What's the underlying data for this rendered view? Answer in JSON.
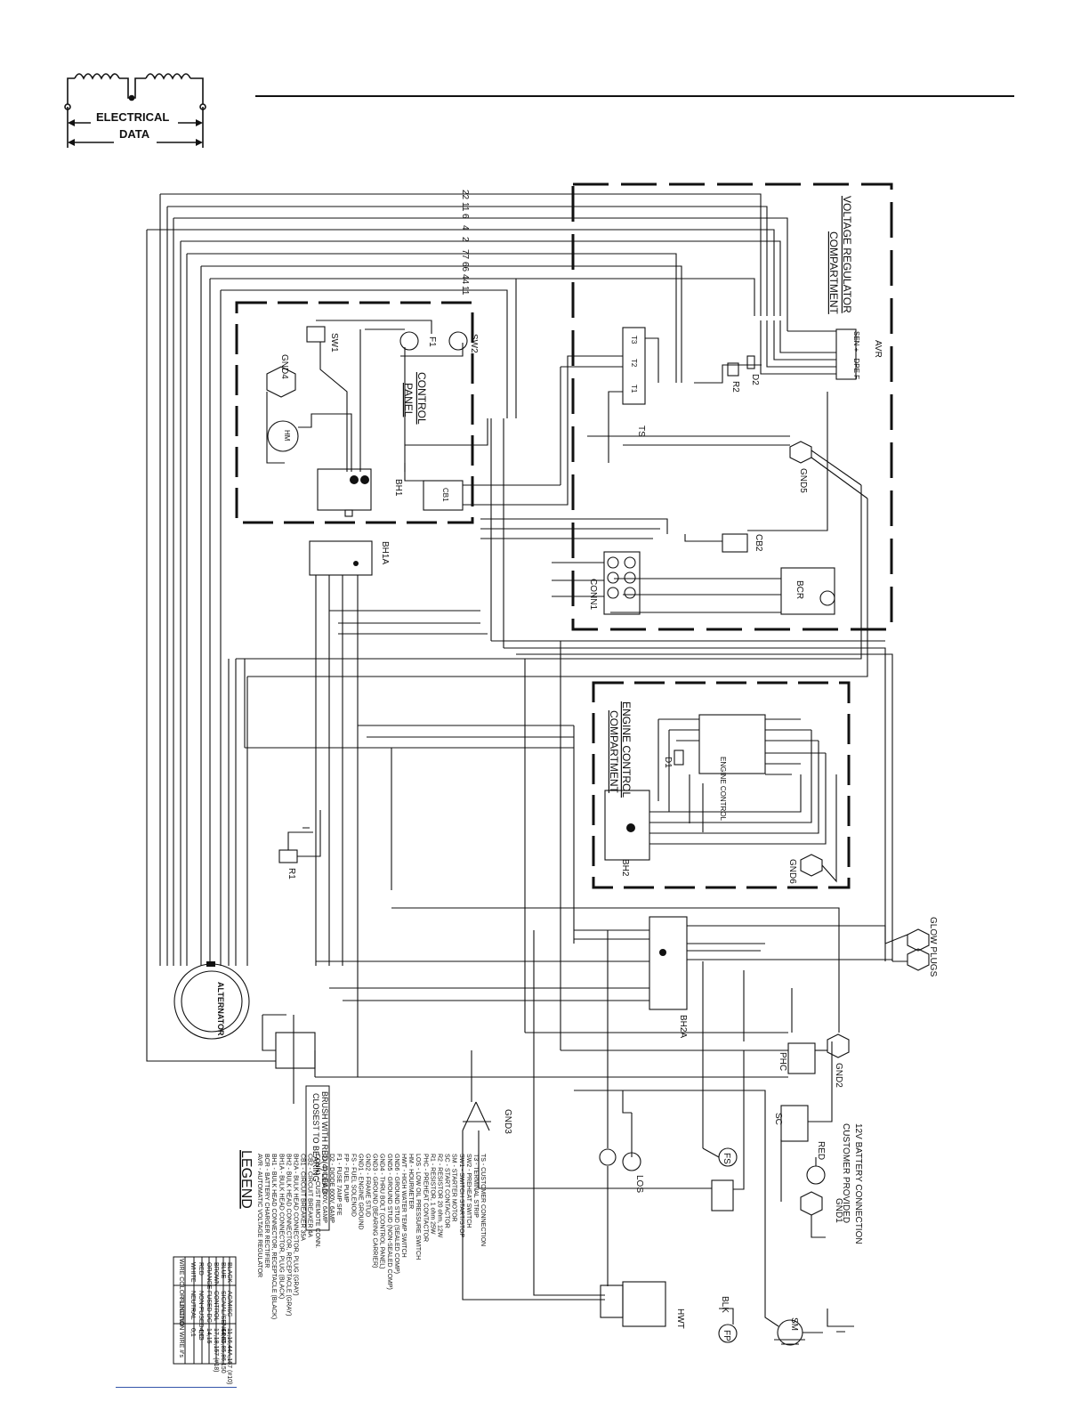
{
  "header": {
    "logo_line1": "ELECTRICAL",
    "logo_line2": "DATA"
  },
  "compartments": {
    "voltage_regulator": [
      "VOLTAGE REGULATOR",
      "COMPARTMENT"
    ],
    "control_panel": [
      "CONTROL",
      "PANEL"
    ],
    "engine_control": [
      "ENGINE CONTROL",
      "COMPARTMENT"
    ]
  },
  "top_bus_wires": [
    "22",
    "11",
    "6",
    "4",
    "2",
    "77",
    "66",
    "44",
    "11"
  ],
  "components": {
    "alternator": "ALTERNATOR",
    "glow_plugs": "GLOW PLUGS",
    "battery_note": [
      "12V BATTERY CONNECTION",
      "CUSTOMER PROVIDED"
    ],
    "brush_note": [
      "BRUSH WITH RED(4) LEAD",
      "CLOSEST TO BEARING"
    ],
    "engine_control": "ENGINE CONTROL",
    "avr_label": "AVR",
    "avr_pins": "SEN + - DPE F",
    "labels": [
      "SW1",
      "GND4",
      "F1",
      "SW2",
      "HM",
      "BH1",
      "CB1",
      "BH1A",
      "TS",
      "T1",
      "T2",
      "T3",
      "R2",
      "D2",
      "GND5",
      "CB2",
      "BCR",
      "CONN1",
      "D1",
      "BH2",
      "GND6",
      "R1",
      "BH2A",
      "PHC",
      "GND2",
      "GND3",
      "SC",
      "RED",
      "GND1",
      "SM",
      "LOS",
      "FS",
      "HWT",
      "FP",
      "BLK"
    ]
  },
  "legend": {
    "title": "LEGEND",
    "color_table": {
      "headers": [
        "WIRE COLOR LEGEND",
        "FUNCTION",
        "WIRE #'s"
      ],
      "rows": [
        [
          "WHITE",
          "NEUTRAL",
          "0,1"
        ],
        [
          "RED",
          "NON-FUSED DC",
          "4,13"
        ],
        [
          "ORANGE",
          "FUSED DC",
          "14,15"
        ],
        [
          "BROWN",
          "CONTROL",
          "17,18,157 (#18)"
        ],
        [
          "BLUE",
          "SIGNAL/SENSING",
          "44,56,85,86,150"
        ],
        [
          "BLACK",
          "AC/MISC",
          "11,16,44A,157 (#10)"
        ]
      ]
    },
    "abbreviations": [
      "AVR - AUTOMATIC VOLTAGE REGULATOR",
      "BCR - BATTERY CHARGER RECTIFIER",
      "BH1 - BULK HEAD CONNECTOR, RECEPTACLE (BLACK)",
      "BH1A - BULK HEAD CONNECTOR, PLUG (BLACK)",
      "BH2 - BULK HEAD CONNECTOR, RECEPTACLE (GRAY)",
      "BH2A - BULK HEAD CONNECTOR, PLUG (GRAY)",
      "CB1 - CIRCUIT BREAKER 35A",
      "CB2 - CIRCUIT BREAKER 4A",
      "CONN1 - CUST REMOTE CONN.",
      "D1 - DIODE 600V, 6AMP",
      "D2 - DIODE 600V, 6AMP",
      "F1 - FUSE 7AMP SFE",
      "FP - FUEL PUMP",
      "FS - FUEL SOLENOID",
      "GND1 - ENGINE GROUND",
      "GND2 - FRAME STUD",
      "GND3 - GROUND (BEARING CARRIER)",
      "GND4 - THRU BOLT (CONTROL PANEL)",
      "GND5 - GROUND STUD (NON-SEALED COMP)",
      "GND6 - GROUND STUD (SEALED COMP)",
      "HWT - HIGH WATER TEMP SWITCH",
      "HM - HOURMETER",
      "LOS - LOW OIL PRESSURE SWITCH",
      "PHC - PREHEAT CONTACTOR",
      "R1 - RESISTOR, 1 ohm 25W",
      "R2 - RESISTOR 20 ohm, 12W",
      "SC - START CONTACTOR",
      "SM - STARTER MOTOR",
      "SW1 - SWITCH START/STOP",
      "SW2 - PREHEAT SWITCH",
      "T3 - TERMINAL STRIP",
      "TS - CUSTOMER CONNECTION"
    ]
  },
  "colors": {
    "ink": "#111111",
    "link_rule": "#3355aa"
  }
}
